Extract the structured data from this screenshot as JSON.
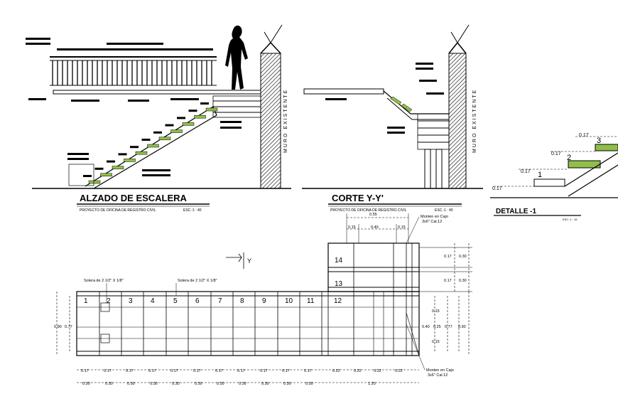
{
  "elevation": {
    "title": "ALZADO DE ESCALERA",
    "subtitle": "PROYECTO DE OFICINA DE REGISTRO CIVIL",
    "scale": "ESC.:1 : 40",
    "wall_label": "MURO EXISTENTE"
  },
  "section": {
    "title": "CORTE Y-Y'",
    "subtitle": "PROYECTO DE OFICINA DE REGISTRO CIVIL",
    "scale": "ESC.:1 : 40",
    "wall_label": "MURO EXISTENTE"
  },
  "detail": {
    "title": "DETALLE -1",
    "scale": "ESC.:1 : 15",
    "riser_dims": [
      "0.17",
      "0.17",
      "0.17",
      "0.17"
    ],
    "step_numbers": [
      "1",
      "2",
      "3"
    ]
  },
  "plan": {
    "section_marker": "Y",
    "solera_labels": [
      "Solera de 2 1/2\" X 1/8\"",
      "Solera de 2 1/2\" X 1/8\""
    ],
    "monten_top": [
      "Monten en Cajo",
      "3x6\" Cal.12"
    ],
    "monten_bottom": [
      "Monten en Cajo",
      "3x6\" Cal.12"
    ],
    "step_numbers": [
      "1",
      "2",
      "3",
      "4",
      "5",
      "6",
      "7",
      "8",
      "9",
      "10",
      "11",
      "12",
      "13",
      "14"
    ],
    "top_dims": {
      "overall": "0.55",
      "left": "0.15",
      "mid": "0.40",
      "right": "0.15"
    },
    "left_dims": [
      "0.90",
      "0.77"
    ],
    "right_top_dims": [
      "0.17",
      "0.30",
      "0.17",
      "0.30"
    ],
    "right_dims": [
      "0.15",
      "0.40",
      "0.25",
      "0.77",
      "0.90",
      "0.15"
    ],
    "tread_dims": [
      "0.17",
      "0.17",
      "0.17",
      "0.17",
      "0.17",
      "0.17",
      "0.17",
      "0.17",
      "0.17",
      "0.17",
      "0.17",
      "0.22",
      "0.22",
      "0.22",
      "0.22"
    ],
    "going_dims": [
      "0.30",
      "0.30",
      "0.30",
      "0.30",
      "0.30",
      "0.30",
      "0.30",
      "0.30",
      "0.30",
      "0.30",
      "0.30",
      "1.20"
    ]
  }
}
